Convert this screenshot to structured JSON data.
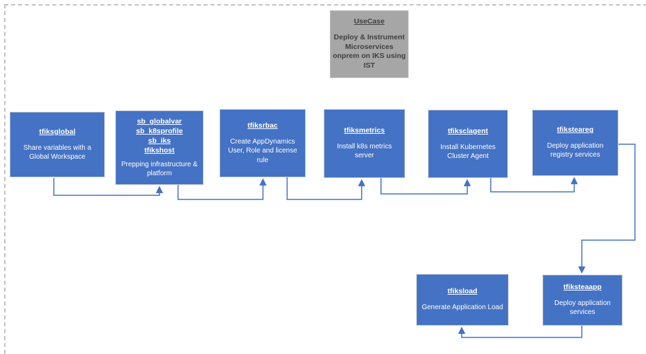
{
  "colors": {
    "node_fill": "#4472C4",
    "node_text": "#ffffff",
    "usecase_fill": "#a6a6a6",
    "usecase_text": "#404040",
    "connector": "#4472C4",
    "page_outline": "#c2c2c2"
  },
  "usecase": {
    "title": "UseCase",
    "body": "Deploy & Instrument Microservices onprem on IKS using IST"
  },
  "nodes": [
    {
      "id": "tfiksglobal",
      "titles": [
        "tfiksglobal"
      ],
      "body": "Share variables with a Global Workspace"
    },
    {
      "id": "sb-group",
      "titles": [
        "sb_globalvar",
        "sb_k8sprofile",
        "sb_iks",
        "tfikshost"
      ],
      "body": "Prepping infrastructure & platform"
    },
    {
      "id": "tfiksrbac",
      "titles": [
        "tfiksrbac"
      ],
      "body": "Create AppDynamics User, Role and license rule"
    },
    {
      "id": "tfiksmetrics",
      "titles": [
        "tfiksmetrics"
      ],
      "body": "Install k8s metrics server"
    },
    {
      "id": "tfiksclagent",
      "titles": [
        "tfiksclagent"
      ],
      "body": "Install Kubernetes Cluster Agent"
    },
    {
      "id": "tfiksteareg",
      "titles": [
        "tfiksteareg"
      ],
      "body": "Deploy application registry services"
    },
    {
      "id": "tfiksload",
      "titles": [
        "tfiksload"
      ],
      "body": "Generate Application Load"
    },
    {
      "id": "tfiksteaapp",
      "titles": [
        "tfiksteaapp"
      ],
      "body": "Deploy application services"
    }
  ],
  "edges": [
    {
      "from": "tfiksglobal",
      "to": "sb-group"
    },
    {
      "from": "sb-group",
      "to": "tfiksrbac"
    },
    {
      "from": "tfiksrbac",
      "to": "tfiksmetrics"
    },
    {
      "from": "tfiksmetrics",
      "to": "tfiksclagent"
    },
    {
      "from": "tfiksclagent",
      "to": "tfiksteareg"
    },
    {
      "from": "tfiksteareg",
      "to": "tfiksteaapp"
    },
    {
      "from": "tfiksteaapp",
      "to": "tfiksload"
    }
  ]
}
